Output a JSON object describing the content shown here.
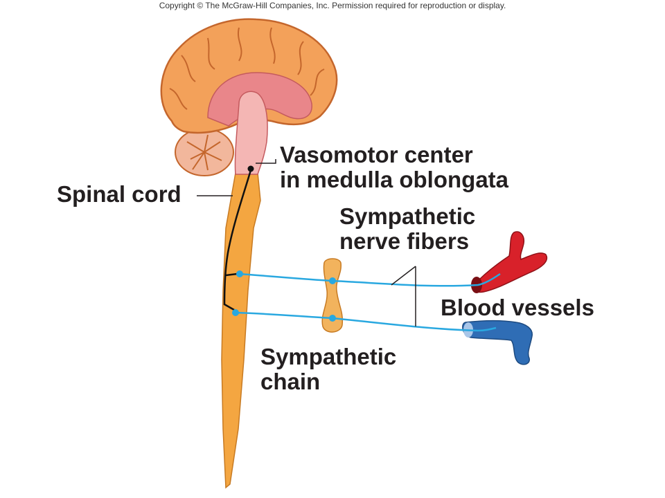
{
  "copyright": "Copyright © The McGraw-Hill Companies, Inc. Permission required for reproduction or display.",
  "labels": {
    "vasomotor_line1": "Vasomotor center",
    "vasomotor_line2": "in medulla oblongata",
    "spinal_cord": "Spinal cord",
    "sympathetic_fibers_line1": "Sympathetic",
    "sympathetic_fibers_line2": "nerve fibers",
    "blood_vessels": "Blood vessels",
    "sympathetic_chain_line1": "Sympathetic",
    "sympathetic_chain_line2": "chain"
  },
  "colors": {
    "cortex": "#f3a15a",
    "cortex_outline": "#c4662c",
    "inner_brain": "#e9868a",
    "brainstem": "#f4b6b4",
    "spinal_cord": "#f4a641",
    "nerve": "#29a8e0",
    "artery": "#d8212a",
    "vein": "#2f6db5",
    "leader_line": "#231f20"
  }
}
